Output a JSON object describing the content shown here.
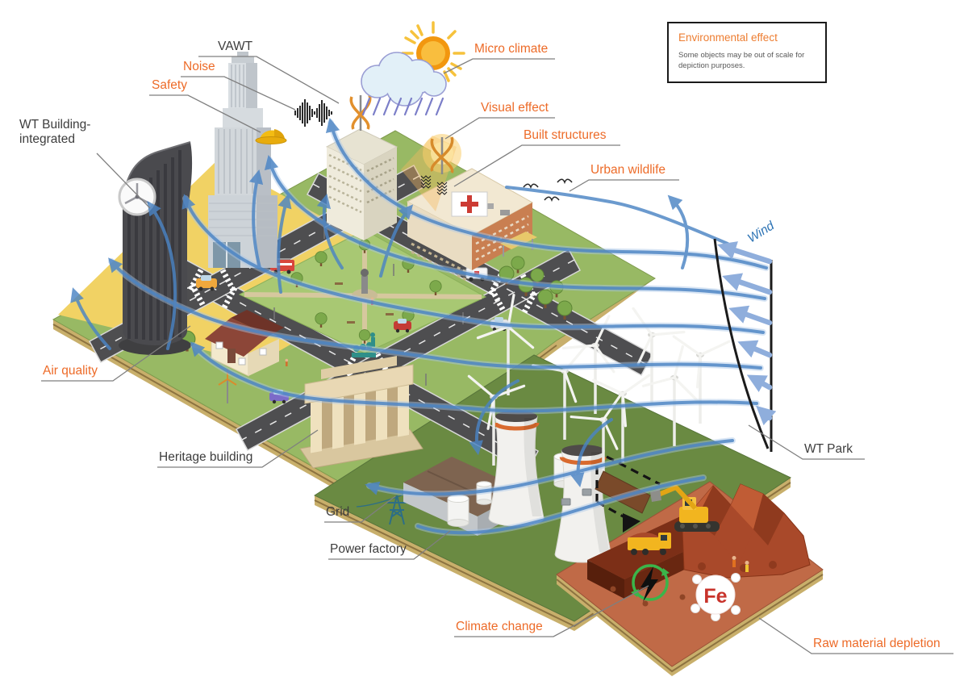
{
  "legend": {
    "title": "Environmental effect",
    "note": "Some objects may be out of scale for depiction purposes."
  },
  "labels": {
    "wt_building_integrated": "WT Building-integrated",
    "safety": "Safety",
    "noise": "Noise",
    "vawt": "VAWT",
    "micro_climate": "Micro climate",
    "visual_effect": "Visual effect",
    "built_structures": "Built structures",
    "urban_wildlife": "Urban wildlife",
    "wind": "Wind",
    "air_quality": "Air quality",
    "heritage_building": "Heritage building",
    "grid": "Grid",
    "power_factory": "Power factory",
    "wt_park": "WT Park",
    "climate_change": "Climate change",
    "raw_material_depletion": "Raw material depletion"
  },
  "badges": {
    "iron": "Fe"
  },
  "icons": {
    "sun-icon": "sun with rays",
    "cloud-icon": "rain cloud",
    "rain-icon": "/// slanted rain strokes",
    "birds-icon": "gull silhouettes",
    "sound-waves-icon": "equalizer bars",
    "safety-helmet-icon": "yellow hard hat",
    "vawt-icon": "orange helical vertical-axis turbine",
    "wind-profile-icon": "boundary-layer arrows",
    "lightning-recycle-icon": "green circular arrows with black bolt",
    "fe-molecule-icon": "white molecule circle with Fe"
  },
  "colors": {
    "label_orange": "#ED6B28",
    "label_dark": "#3D3D3D",
    "wind_blue": "#2E74B5",
    "streamline_blue": "#4B84C4",
    "leader_gray": "#7F7F7F",
    "fe_red": "#C8332B",
    "recycle_green": "#3BB54A",
    "city_green": "#98B964",
    "field_green": "#6A8A42",
    "sand_yellow": "#F1D264",
    "mine_rust": "#C06A47"
  }
}
